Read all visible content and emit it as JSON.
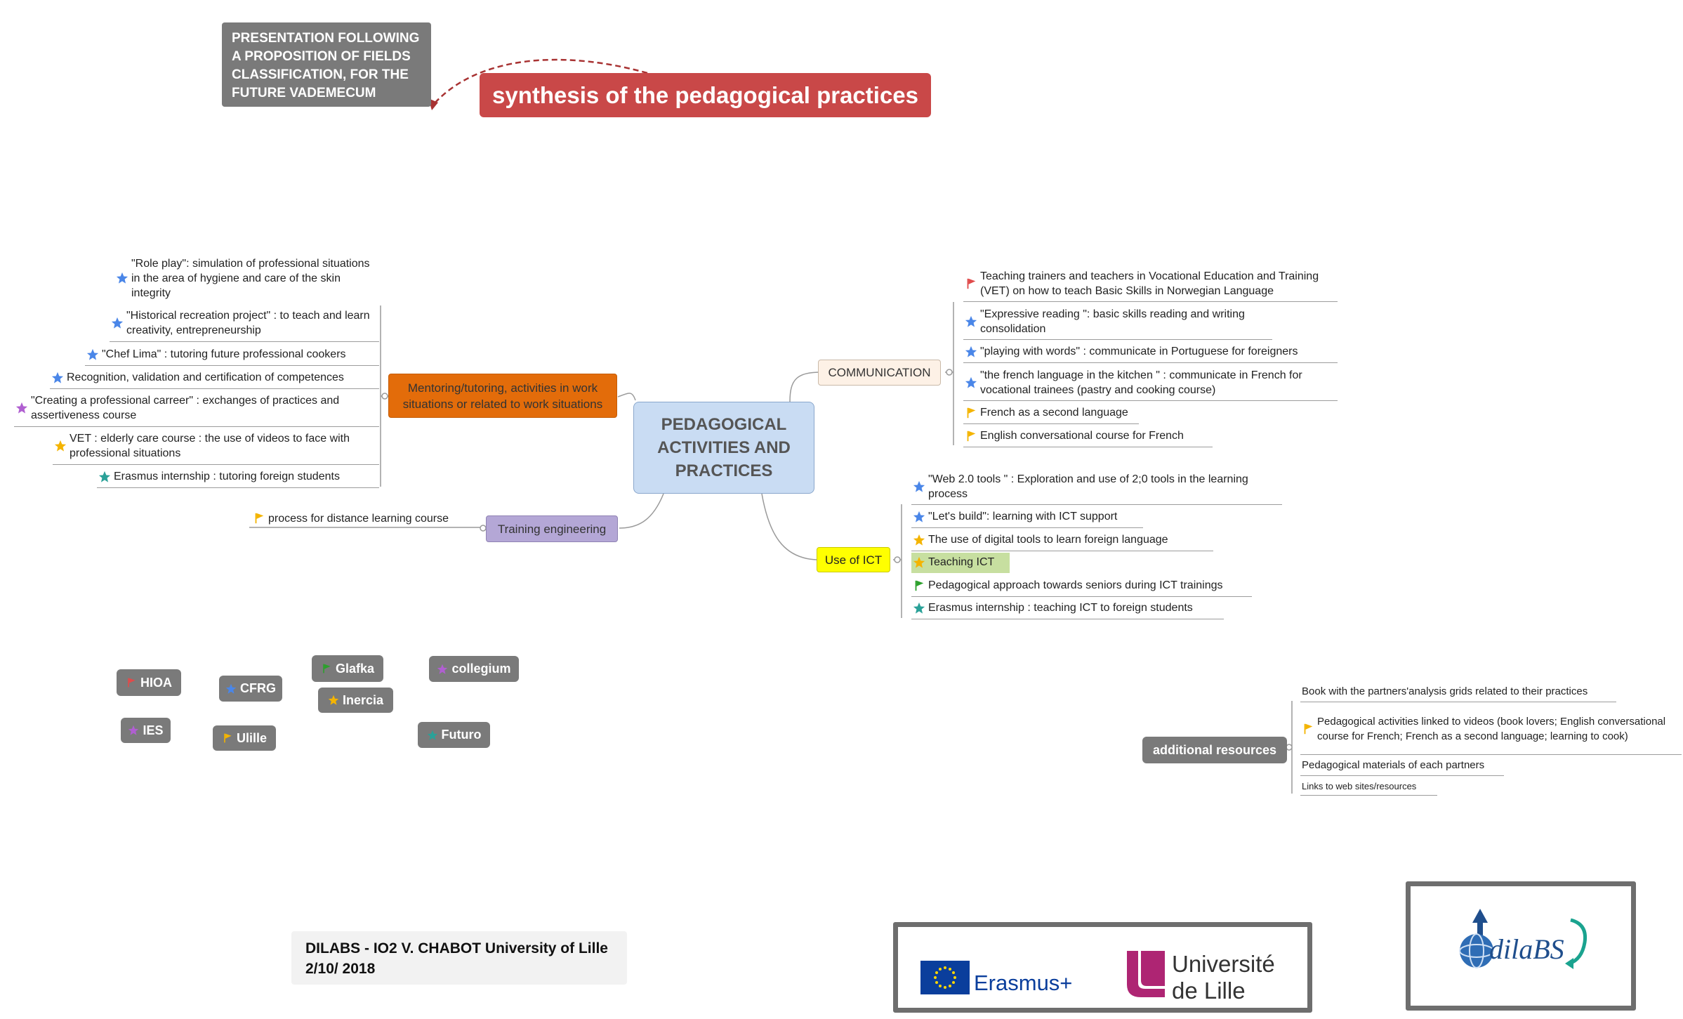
{
  "note": "PRESENTATION FOLLOWING A PROPOSITION OF FIELDS CLASSIFICATION, FOR THE FUTURE VADEMECUM",
  "title": "synthesis of the pedagogical practices",
  "center": "PEDAGOGICAL ACTIVITIES AND PRACTICES",
  "branches": {
    "mentoring": "Mentoring/tutoring, activities in work situations or related to work situations",
    "training": "Training engineering",
    "communication": "COMMUNICATION",
    "ict": "Use of ICT"
  },
  "mentoring_items": [
    "\"Role play\": simulation of professional situations in the area of hygiene and care of the skin integrity",
    "\"Historical recreation project\" : to teach and learn creativity, entrepreneurship",
    "\"Chef Lima\" : tutoring future professional cookers",
    "Recognition, validation and certification of competences",
    "\"Creating a professional carreer\" :  exchanges of practices and assertiveness course",
    "VET : elderly care course : the use of videos to face with professional situations",
    "Erasmus internship : tutoring foreign students"
  ],
  "training_items": [
    "process for distance learning course"
  ],
  "communication_items": [
    "Teaching trainers and teachers in Vocational Education and Training (VET) on how to teach Basic Skills in Norwegian Language",
    "\"Expressive reading \": basic skills reading and writing consolidation",
    "\"playing with words\" : communicate in Portuguese for foreigners",
    "\"the french language in the kitchen \" : communicate in French for vocational trainees (pastry and cooking course)",
    "French as a second language",
    "English conversational course for French"
  ],
  "ict_items": [
    "\"Web 2.0 tools \" : Exploration and use of 2;0 tools in the learning process",
    "\"Let's build\": learning with ICT support",
    "The use of digital tools to learn foreign language",
    "Teaching ICT",
    "Pedagogical approach towards seniors during ICT trainings",
    "Erasmus internship : teaching ICT to foreign students"
  ],
  "partners": [
    "HIOA",
    "CFRG",
    "Glafka",
    "Inercia",
    "collegium",
    "IES",
    "Ulille",
    "Futuro"
  ],
  "resources": {
    "label": "additional resources",
    "items": [
      "Book with the partners'analysis grids related to their practices",
      "Pedagogical activities linked to videos (book lovers; English conversational course for French; French as a second language; learning to cook)",
      "Pedagogical materials of each partners",
      "Links to web sites/resources"
    ]
  },
  "credit": "DILABS - IO2  V. CHABOT University of Lille 2/10/ 2018",
  "logos": {
    "erasmus": "Erasmus+",
    "ulille": "Université de Lille",
    "dilabs": "dilaBS"
  },
  "colors": {
    "title_bg": "#c94848",
    "center_bg": "#c9dcf3",
    "mentoring_bg": "#e36c0a",
    "training_bg": "#b4a7d6",
    "communication_bg": "#fdf1e6",
    "ict_bg": "#ffff00",
    "partner_bg": "#7a7a7a",
    "star_blue": "#4a86e8",
    "star_green": "#2aa198",
    "star_yellow": "#f4b400",
    "star_purple": "#b05fd1",
    "flag_red": "#e04b4b",
    "flag_yellow": "#f4b400",
    "flag_green": "#2ca02c"
  },
  "icons": {
    "mentoring": [
      "star-blue",
      "star-blue",
      "star-blue",
      "star-blue",
      "star-purple",
      "star-yellow",
      "star-green"
    ],
    "training": [
      "flag-yellow"
    ],
    "communication": [
      "flag-red",
      "star-blue",
      "star-blue",
      "star-blue",
      "flag-yellow",
      "flag-yellow"
    ],
    "ict": [
      "star-blue",
      "star-blue",
      "star-yellow",
      "star-yellow",
      "flag-green",
      "star-green"
    ],
    "partners": [
      "flag-red",
      "star-blue",
      "flag-green",
      "star-yellow",
      "star-purple",
      "star-purple",
      "flag-yellow",
      "star-green"
    ],
    "resources": [
      "",
      "flag-yellow",
      "",
      ""
    ]
  }
}
